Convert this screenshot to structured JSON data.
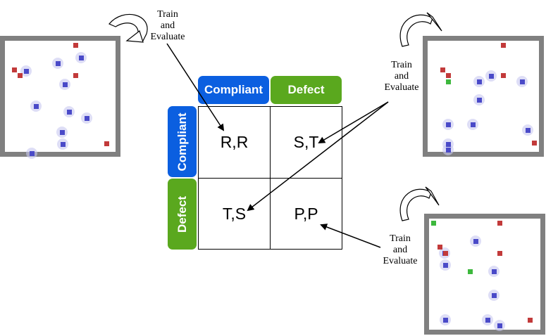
{
  "colors": {
    "compliant": "#0b5fe0",
    "defect": "#5aa81e",
    "agent_blue": "#4a4ac8",
    "agent_red": "#c23a3a",
    "agent_green": "#3db83d",
    "frame": "#808080"
  },
  "matrix": {
    "column_headers": [
      "Compliant",
      "Defect"
    ],
    "row_headers": [
      "Compliant",
      "Defect"
    ],
    "cells": [
      [
        "R,R",
        "S,T"
      ],
      [
        "T,S",
        "P,P"
      ]
    ]
  },
  "annotations": [
    {
      "lines": [
        "Train",
        "and",
        "Evaluate"
      ]
    },
    {
      "lines": [
        "Train",
        "and",
        "Evaluate"
      ]
    },
    {
      "lines": [
        "Train",
        "and",
        "Evaluate"
      ]
    }
  ],
  "icons": {
    "cycle": "circular-arrow-icon",
    "pointer": "arrow-icon"
  }
}
